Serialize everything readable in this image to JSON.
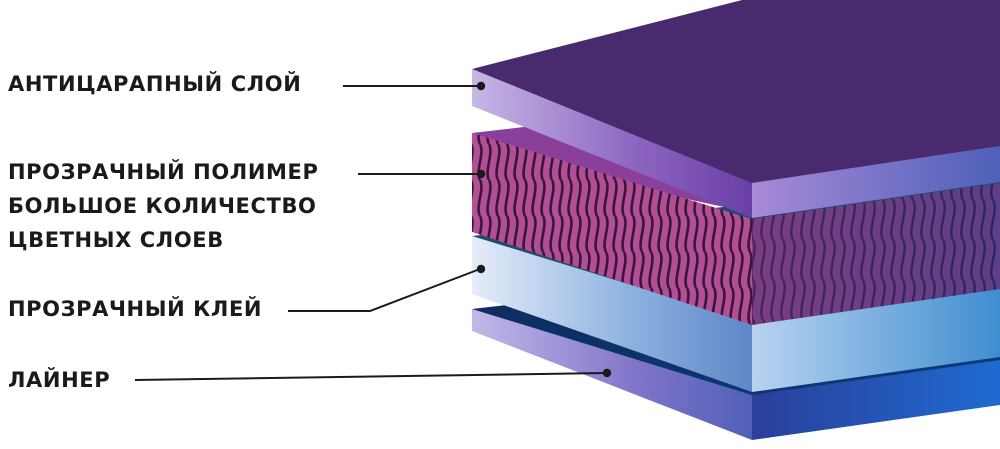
{
  "labels": {
    "anti_scratch": "АНТИЦАРАПНЫЙ СЛОЙ",
    "polymer": [
      "ПРОЗРАЧНЫЙ ПОЛИМЕР",
      "БОЛЬШОЕ КОЛИЧЕСТВО",
      "ЦВЕТНЫХ СЛОЕВ"
    ],
    "adhesive": "ПРОЗРАЧНЫЙ КЛЕЙ",
    "liner": "ЛАЙНЕР"
  },
  "colors": {
    "anti_scratch_top": "#4a2a6e",
    "polymer_top": "#8a3f9a",
    "adhesive_top": "#1c4e6b",
    "liner_top": "#0a2a5e",
    "leader_line": "#1a1a1a",
    "marker_dot": "#1a1a1a"
  }
}
